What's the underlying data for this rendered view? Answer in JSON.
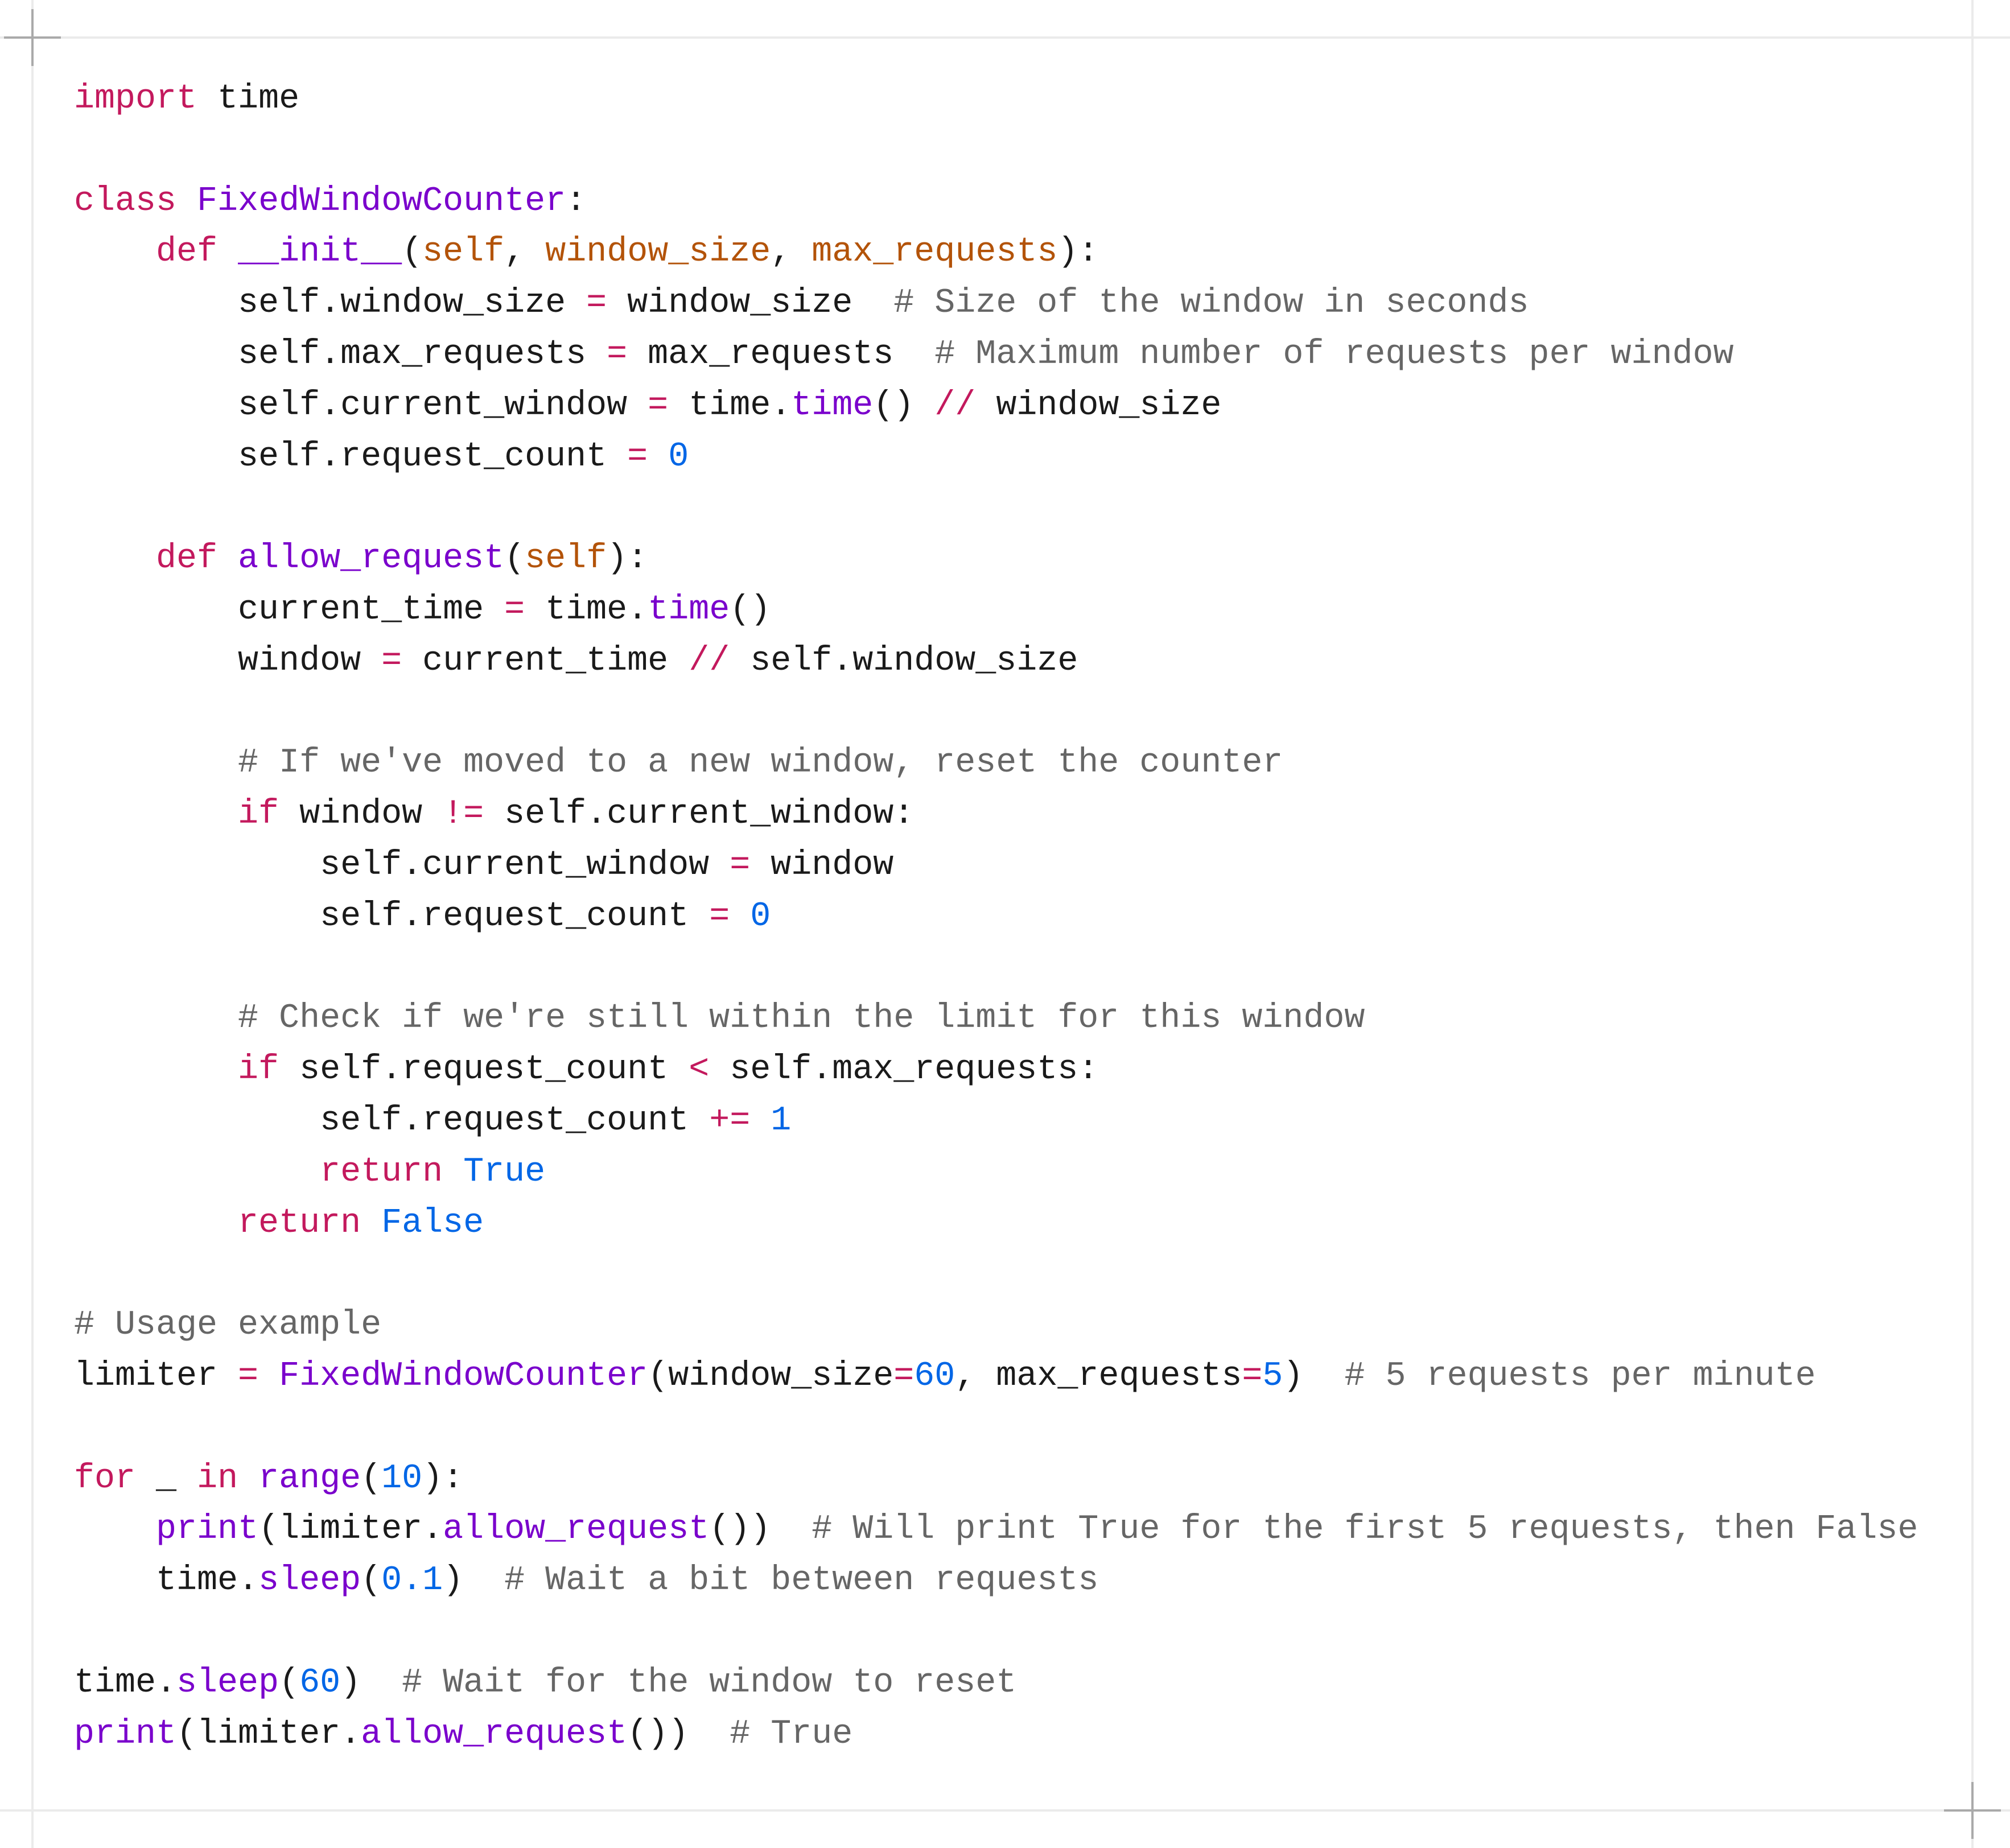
{
  "editor": {
    "language": "python",
    "colors": {
      "plain": "#1a1a1a",
      "keyword": "#c3195d",
      "operator": "#c3195d",
      "function": "#7a00cc",
      "param": "#b35309",
      "number": "#0066e6",
      "comment": "#666666",
      "frame_line": "#ebebeb",
      "crosshair": "#aaaaaa",
      "background": "#ffffff"
    },
    "lines": [
      [
        [
          "keyword",
          "import"
        ],
        [
          "plain",
          " time"
        ]
      ],
      [],
      [
        [
          "keyword",
          "class"
        ],
        [
          "plain",
          " "
        ],
        [
          "function",
          "FixedWindowCounter"
        ],
        [
          "plain",
          ":"
        ]
      ],
      [
        [
          "plain",
          "    "
        ],
        [
          "keyword",
          "def"
        ],
        [
          "plain",
          " "
        ],
        [
          "function",
          "__init__"
        ],
        [
          "plain",
          "("
        ],
        [
          "param",
          "self"
        ],
        [
          "plain",
          ", "
        ],
        [
          "param",
          "window_size"
        ],
        [
          "plain",
          ", "
        ],
        [
          "param",
          "max_requests"
        ],
        [
          "plain",
          "):"
        ]
      ],
      [
        [
          "plain",
          "        self.window_size "
        ],
        [
          "operator",
          "="
        ],
        [
          "plain",
          " window_size  "
        ],
        [
          "comment",
          "# Size of the window in seconds"
        ]
      ],
      [
        [
          "plain",
          "        self.max_requests "
        ],
        [
          "operator",
          "="
        ],
        [
          "plain",
          " max_requests  "
        ],
        [
          "comment",
          "# Maximum number of requests per window"
        ]
      ],
      [
        [
          "plain",
          "        self.current_window "
        ],
        [
          "operator",
          "="
        ],
        [
          "plain",
          " time."
        ],
        [
          "function",
          "time"
        ],
        [
          "plain",
          "() "
        ],
        [
          "operator",
          "//"
        ],
        [
          "plain",
          " window_size"
        ]
      ],
      [
        [
          "plain",
          "        self.request_count "
        ],
        [
          "operator",
          "="
        ],
        [
          "plain",
          " "
        ],
        [
          "number",
          "0"
        ]
      ],
      [],
      [
        [
          "plain",
          "    "
        ],
        [
          "keyword",
          "def"
        ],
        [
          "plain",
          " "
        ],
        [
          "function",
          "allow_request"
        ],
        [
          "plain",
          "("
        ],
        [
          "param",
          "self"
        ],
        [
          "plain",
          "):"
        ]
      ],
      [
        [
          "plain",
          "        current_time "
        ],
        [
          "operator",
          "="
        ],
        [
          "plain",
          " time."
        ],
        [
          "function",
          "time"
        ],
        [
          "plain",
          "()"
        ]
      ],
      [
        [
          "plain",
          "        window "
        ],
        [
          "operator",
          "="
        ],
        [
          "plain",
          " current_time "
        ],
        [
          "operator",
          "//"
        ],
        [
          "plain",
          " self.window_size"
        ]
      ],
      [],
      [
        [
          "plain",
          "        "
        ],
        [
          "comment",
          "# If we've moved to a new window, reset the counter"
        ]
      ],
      [
        [
          "plain",
          "        "
        ],
        [
          "keyword",
          "if"
        ],
        [
          "plain",
          " window "
        ],
        [
          "operator",
          "!="
        ],
        [
          "plain",
          " self.current_window:"
        ]
      ],
      [
        [
          "plain",
          "            self.current_window "
        ],
        [
          "operator",
          "="
        ],
        [
          "plain",
          " window"
        ]
      ],
      [
        [
          "plain",
          "            self.request_count "
        ],
        [
          "operator",
          "="
        ],
        [
          "plain",
          " "
        ],
        [
          "number",
          "0"
        ]
      ],
      [],
      [
        [
          "plain",
          "        "
        ],
        [
          "comment",
          "# Check if we're still within the limit for this window"
        ]
      ],
      [
        [
          "plain",
          "        "
        ],
        [
          "keyword",
          "if"
        ],
        [
          "plain",
          " self.request_count "
        ],
        [
          "operator",
          "<"
        ],
        [
          "plain",
          " self.max_requests:"
        ]
      ],
      [
        [
          "plain",
          "            self.request_count "
        ],
        [
          "operator",
          "+="
        ],
        [
          "plain",
          " "
        ],
        [
          "number",
          "1"
        ]
      ],
      [
        [
          "plain",
          "            "
        ],
        [
          "keyword",
          "return"
        ],
        [
          "plain",
          " "
        ],
        [
          "number",
          "True"
        ]
      ],
      [
        [
          "plain",
          "        "
        ],
        [
          "keyword",
          "return"
        ],
        [
          "plain",
          " "
        ],
        [
          "number",
          "False"
        ]
      ],
      [],
      [
        [
          "comment",
          "# Usage example"
        ]
      ],
      [
        [
          "plain",
          "limiter "
        ],
        [
          "operator",
          "="
        ],
        [
          "plain",
          " "
        ],
        [
          "function",
          "FixedWindowCounter"
        ],
        [
          "plain",
          "(window_size"
        ],
        [
          "operator",
          "="
        ],
        [
          "number",
          "60"
        ],
        [
          "plain",
          ", max_requests"
        ],
        [
          "operator",
          "="
        ],
        [
          "number",
          "5"
        ],
        [
          "plain",
          ")  "
        ],
        [
          "comment",
          "# 5 requests per minute"
        ]
      ],
      [],
      [
        [
          "keyword",
          "for"
        ],
        [
          "plain",
          " _ "
        ],
        [
          "keyword",
          "in"
        ],
        [
          "plain",
          " "
        ],
        [
          "function",
          "range"
        ],
        [
          "plain",
          "("
        ],
        [
          "number",
          "10"
        ],
        [
          "plain",
          "):"
        ]
      ],
      [
        [
          "plain",
          "    "
        ],
        [
          "function",
          "print"
        ],
        [
          "plain",
          "(limiter."
        ],
        [
          "function",
          "allow_request"
        ],
        [
          "plain",
          "())  "
        ],
        [
          "comment",
          "# Will print True for the first 5 requests, then False"
        ]
      ],
      [
        [
          "plain",
          "    time."
        ],
        [
          "function",
          "sleep"
        ],
        [
          "plain",
          "("
        ],
        [
          "number",
          "0.1"
        ],
        [
          "plain",
          ")  "
        ],
        [
          "comment",
          "# Wait a bit between requests"
        ]
      ],
      [],
      [
        [
          "plain",
          "time."
        ],
        [
          "function",
          "sleep"
        ],
        [
          "plain",
          "("
        ],
        [
          "number",
          "60"
        ],
        [
          "plain",
          ")  "
        ],
        [
          "comment",
          "# Wait for the window to reset"
        ]
      ],
      [
        [
          "function",
          "print"
        ],
        [
          "plain",
          "(limiter."
        ],
        [
          "function",
          "allow_request"
        ],
        [
          "plain",
          "())  "
        ],
        [
          "comment",
          "# True"
        ]
      ]
    ]
  }
}
